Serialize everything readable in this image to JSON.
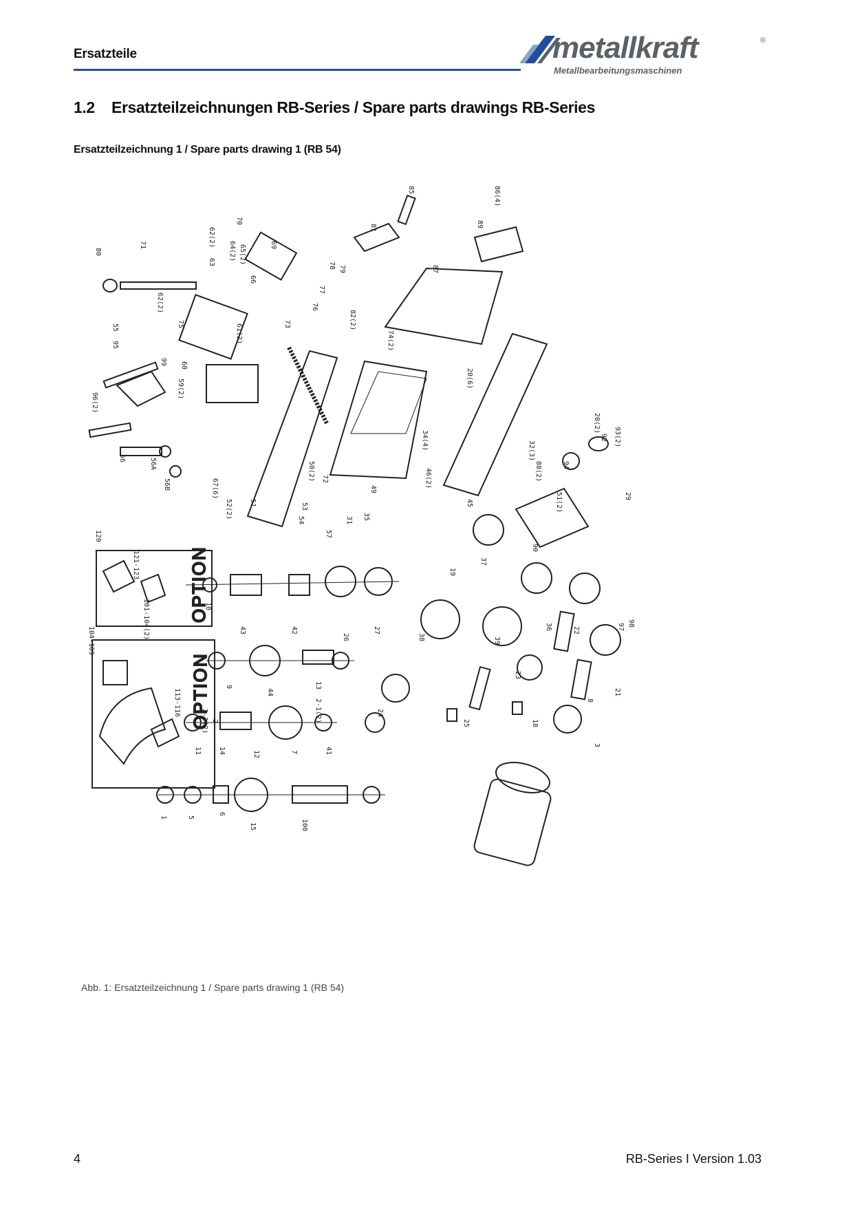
{
  "header": {
    "section_label": "Ersatzteile",
    "logo": {
      "wordmark": "metallkraft",
      "subtitle": "Metallbearbeitungsmaschinen",
      "registered": "®"
    }
  },
  "title": {
    "number": "1.2",
    "text": "Ersatzteilzeichnungen RB-Series / Spare parts drawings RB-Series"
  },
  "drawing": {
    "heading": "Ersatzteilzeichnung 1 / Spare parts drawing 1 (RB 54)",
    "option_labels": [
      "OPTION",
      "OPTION"
    ],
    "part_labels": [
      "80",
      "71",
      "62(2)",
      "64(2)",
      "65(2)",
      "70",
      "69",
      "63",
      "62(2)",
      "66",
      "61(2)",
      "75",
      "55",
      "95",
      "99",
      "60",
      "59(2)",
      "96(2)",
      "56",
      "56A",
      "56B",
      "73",
      "78",
      "79",
      "77",
      "76",
      "82(2)",
      "85",
      "81",
      "86(4)",
      "89",
      "87",
      "74(2)",
      "20(6)",
      "34(4)",
      "46(2)",
      "49",
      "50(2)",
      "51",
      "52(2)",
      "67(6)",
      "72",
      "53",
      "54",
      "57",
      "31",
      "35",
      "45",
      "32(3)",
      "88(2)",
      "94",
      "51(2)",
      "90",
      "92",
      "20(2)",
      "93(2)",
      "29",
      "120",
      "121-123",
      "101-104(2)",
      "104-109",
      "113-116",
      "10",
      "43",
      "42",
      "26",
      "27",
      "19",
      "37",
      "38",
      "39",
      "36",
      "22",
      "23",
      "97",
      "98",
      "21",
      "8",
      "9",
      "44",
      "13",
      "2-1(2)",
      "2-2(2)",
      "2",
      "11",
      "14",
      "12",
      "7",
      "41",
      "24",
      "25",
      "18",
      "3",
      "1",
      "5",
      "6",
      "15",
      "100"
    ]
  },
  "caption": "Abb. 1: Ersatzteilzeichnung 1 / Spare parts drawing 1 (RB 54)",
  "footer": {
    "page_number": "4",
    "doc_ref": "RB-Series I Version 1.03"
  }
}
